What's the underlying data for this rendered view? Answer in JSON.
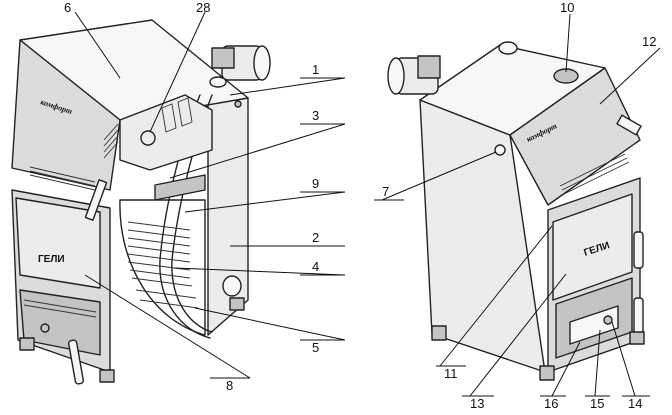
{
  "brand_text": "комфорт",
  "logo_text": "ГЕЛИ",
  "labels": {
    "l1": "1",
    "l2": "2",
    "l3": "3",
    "l4": "4",
    "l5": "5",
    "l6": "6",
    "l7": "7",
    "l8": "8",
    "l9": "9",
    "l10": "10",
    "l11": "11",
    "l12": "12",
    "l13": "13",
    "l14": "14",
    "l15": "15",
    "l16": "16",
    "l28": "28"
  }
}
